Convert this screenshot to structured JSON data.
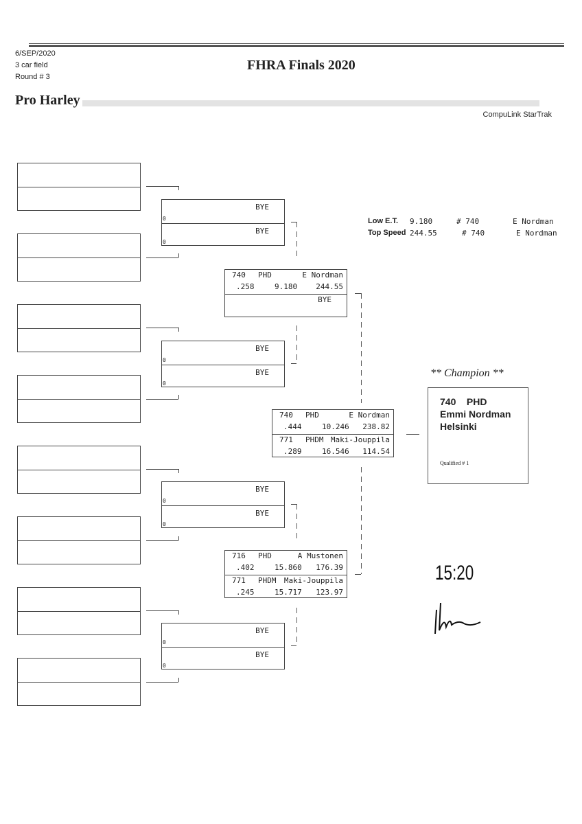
{
  "header": {
    "date": "6/SEP/2020",
    "field": "3 car field",
    "round": "Round # 3",
    "title": "FHRA Finals 2020",
    "category": "Pro Harley",
    "software": "CompuLink StarTrak"
  },
  "stats": {
    "low_et": {
      "label": "Low  E.T.",
      "value": "9.180",
      "car": "# 740",
      "driver": "E Nordman"
    },
    "top_speed": {
      "label": "Top Speed",
      "value": "244.55",
      "car": "# 740",
      "driver": "E Nordman"
    }
  },
  "round1": {
    "boxes": 8
  },
  "round2": [
    [
      {
        "name": "BYE",
        "value": "0"
      },
      {
        "name": "BYE",
        "value": "0"
      }
    ],
    [
      {
        "name": "BYE",
        "value": "0"
      },
      {
        "name": "BYE",
        "value": "0"
      }
    ],
    [
      {
        "name": "BYE",
        "value": "0"
      },
      {
        "name": "BYE",
        "value": "0"
      }
    ],
    [
      {
        "name": "BYE",
        "value": "0"
      },
      {
        "name": "BYE",
        "value": "0"
      }
    ]
  ],
  "round3": [
    [
      {
        "car": "740",
        "cls": "PHD",
        "driver": "E Nordman",
        "rt": ".258",
        "et": "9.180",
        "mph": "244.55"
      },
      {
        "bye": "BYE"
      }
    ],
    [
      {
        "car": "716",
        "cls": "PHD",
        "driver": "A Mustonen",
        "rt": ".402",
        "et": "15.860",
        "mph": "176.39"
      },
      {
        "car": "771",
        "cls": "PHDM",
        "driver": "Maki-Jouppila",
        "rt": ".245",
        "et": "15.717",
        "mph": "123.97"
      }
    ]
  ],
  "final": [
    {
      "car": "740",
      "cls": "PHD",
      "driver": "E Nordman",
      "rt": ".444",
      "et": "10.246",
      "mph": "238.82"
    },
    {
      "car": "771",
      "cls": "PHDM",
      "driver": "Maki-Jouppila",
      "rt": ".289",
      "et": "16.546",
      "mph": "114.54"
    }
  ],
  "champion": {
    "heading": "** Champion **",
    "line1": "740    PHD",
    "name": "Emmi Nordman",
    "city": "Helsinki",
    "qualified": "Qualified # 1"
  },
  "handwritten": {
    "time": "15:20",
    "signature": "signature"
  }
}
